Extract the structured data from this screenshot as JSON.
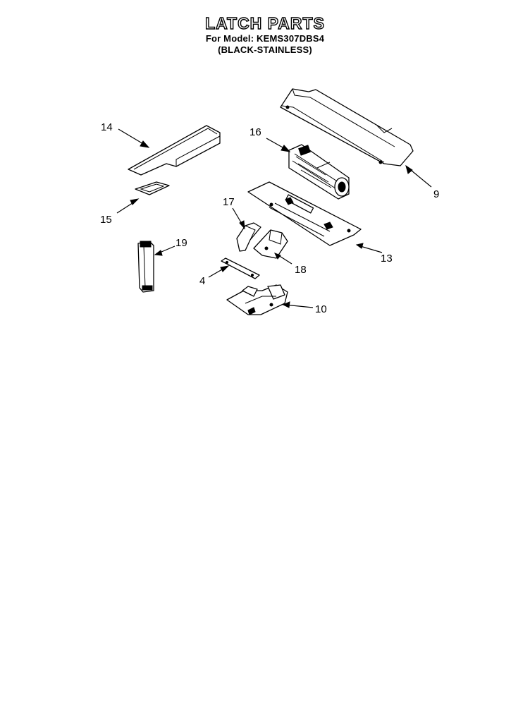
{
  "header": {
    "title": "LATCH PARTS",
    "model_line": "For Model: KEMS307DBS4",
    "variant_line": "(BLACK-STAINLESS)"
  },
  "callouts": {
    "part_9": "9",
    "part_14": "14",
    "part_16": "16",
    "part_15": "15",
    "part_17": "17",
    "part_19": "19",
    "part_13": "13",
    "part_18": "18",
    "part_4": "4",
    "part_10": "10"
  }
}
